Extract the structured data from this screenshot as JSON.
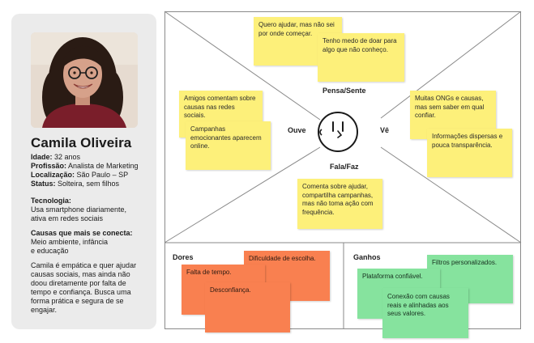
{
  "persona": {
    "name": "Camila Oliveira",
    "facts": [
      {
        "label": "Idade:",
        "value": " 32 anos"
      },
      {
        "label": "Profissão:",
        "value": " Analista de Marketing"
      },
      {
        "label": "Localização:",
        "value": " São Paulo – SP"
      },
      {
        "label": "Status:",
        "value": " Solteira, sem filhos"
      }
    ],
    "tech_heading": "Tecnologia:",
    "tech_lines": [
      "Usa smartphone diariamente,",
      "ativa em redes sociais"
    ],
    "causes_heading": "Causas que mais se conecta:",
    "causes_lines": [
      "Meio ambiente, infância",
      "e educação"
    ],
    "bio_lines": [
      "Camila é empática e quer ajudar",
      "causas sociais, mas ainda não",
      "doou diretamente por falta de",
      "tempo e confiança. Busca uma",
      "forma prática e segura de se",
      "engajar."
    ]
  },
  "map": {
    "labels": {
      "pensa_sente": "Pensa/Sente",
      "ouve": "Ouve",
      "ve": "Vê",
      "fala_faz": "Fala/Faz",
      "dores": "Dores",
      "ganhos": "Ganhos"
    },
    "notes": {
      "pensa_1": "Quero ajudar, mas não sei por onde começar.",
      "pensa_2": "Tenho medo de doar para algo que não conheço.",
      "ouve_1": "Amigos comentam sobre causas nas redes sociais.",
      "ouve_2": "Campanhas emocionantes aparecem online.",
      "ve_1": "Muitas ONGs e causas, mas sem saber em qual confiar.",
      "ve_2": "Informações dispersas e pouca transparência.",
      "fala_1": "Comenta sobre ajudar, compartilha campanhas, mas não toma ação com frequência.",
      "dor_1": "Dificuldade de escolha.",
      "dor_2": "Falta de tempo.",
      "dor_3": "Desconfiança.",
      "ganho_1": "Filtros personalizados.",
      "ganho_2": "Plataforma confiável.",
      "ganho_3": "Conexão com causas reais e alinhadas aos seus valores."
    },
    "colors": {
      "yellow": "#fdf07a",
      "orange": "#f98050",
      "green": "#86e39e"
    }
  }
}
